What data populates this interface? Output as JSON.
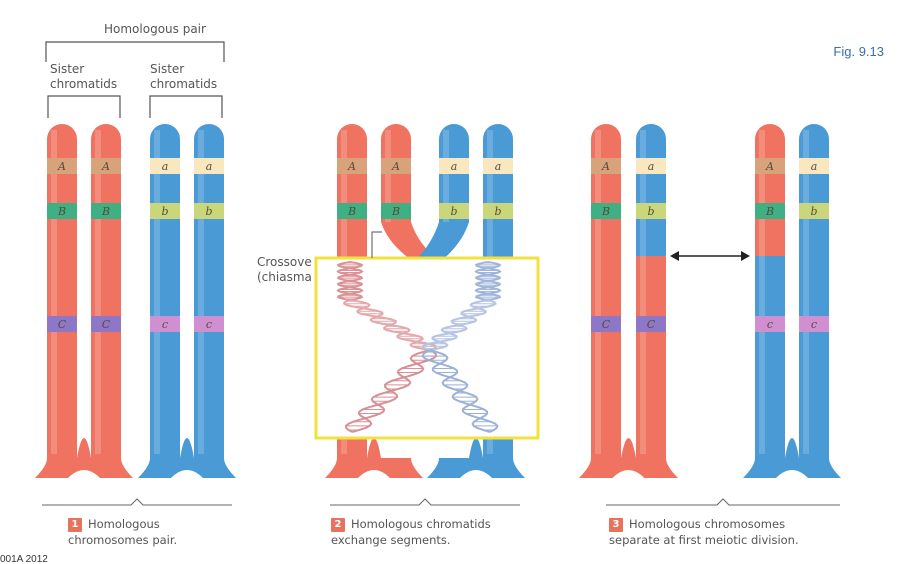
{
  "figure_label": "Fig. 9.13",
  "labels": {
    "homologous_pair": "Homologous pair",
    "sister_left": [
      "Sister",
      "chromatids"
    ],
    "sister_right": [
      "Sister",
      "chromatids"
    ],
    "crossover": [
      "Crossove",
      "(chiasma"
    ]
  },
  "alleles": {
    "A": "A",
    "a": "a",
    "B": "B",
    "b": "b",
    "C": "C",
    "c": "c"
  },
  "captions": [
    {
      "num": "1",
      "lines": [
        "Homologous",
        "chromosomes pair."
      ]
    },
    {
      "num": "2",
      "lines": [
        "Homologous chromatids",
        "exchange segments."
      ]
    },
    {
      "num": "3",
      "lines": [
        "Homologous chromosomes",
        "separate at first meiotic division."
      ]
    }
  ],
  "copyright": "001A 2012",
  "colors": {
    "maternal": "#ef7360",
    "paternal": "#4a9ad6",
    "band_A": "#d8a27a",
    "band_a": "#f8e7bf",
    "band_B": "#3fb083",
    "band_b": "#c9d67a",
    "band_C": "#8f77c8",
    "band_c": "#cf8fd0",
    "highlight_box": "#f2e23e",
    "fig_label": "#3a6fa8"
  }
}
